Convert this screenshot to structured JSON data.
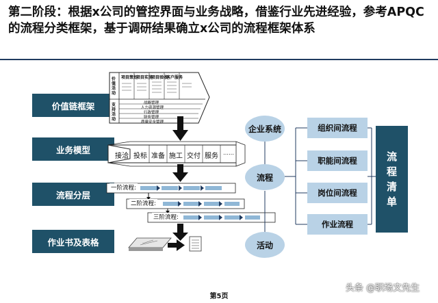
{
  "title": "第二阶段：根据x公司的管控界面与业务战略，借鉴行业先进经验，参考APQC的流程分类框架，基于调研结果确立x公司的流程框架体系",
  "sidebar": [
    {
      "label": "价值链框架"
    },
    {
      "label": "业务模型"
    },
    {
      "label": "流程分层"
    },
    {
      "label": "作业书及表格"
    }
  ],
  "value_chain": {
    "side_label_top": "价值活动",
    "side_label_bottom": "支持活动",
    "top_headers": [
      "项目策划",
      "项目实施",
      "项目验收",
      "客户服务"
    ],
    "support_rows": [
      "战略管理",
      "人力资源管理",
      "行政管理",
      "财务管理",
      "质量安全管理"
    ]
  },
  "business_chain": {
    "steps": [
      "接洽",
      "投标",
      "准备",
      "施工",
      "交付",
      "服务",
      "……"
    ]
  },
  "tiers": [
    {
      "label": "一阶流程:"
    },
    {
      "label": "二阶流程:"
    },
    {
      "label": "三阶流程:"
    }
  ],
  "ovals": [
    {
      "label": "企业系统"
    },
    {
      "label": "流程"
    },
    {
      "label": "活动"
    }
  ],
  "process_types": [
    {
      "label": "组织间流程"
    },
    {
      "label": "职能间流程"
    },
    {
      "label": "岗位间流程"
    },
    {
      "label": "作业流程"
    }
  ],
  "process_list": {
    "label": "流程清单"
  },
  "page_number": "第5页",
  "watermark": "头条 @职场文先生",
  "colors": {
    "dark_teal": "#1f5168",
    "light_blue": "#b9d2e6",
    "bar_blue": "#8fb7d6"
  }
}
